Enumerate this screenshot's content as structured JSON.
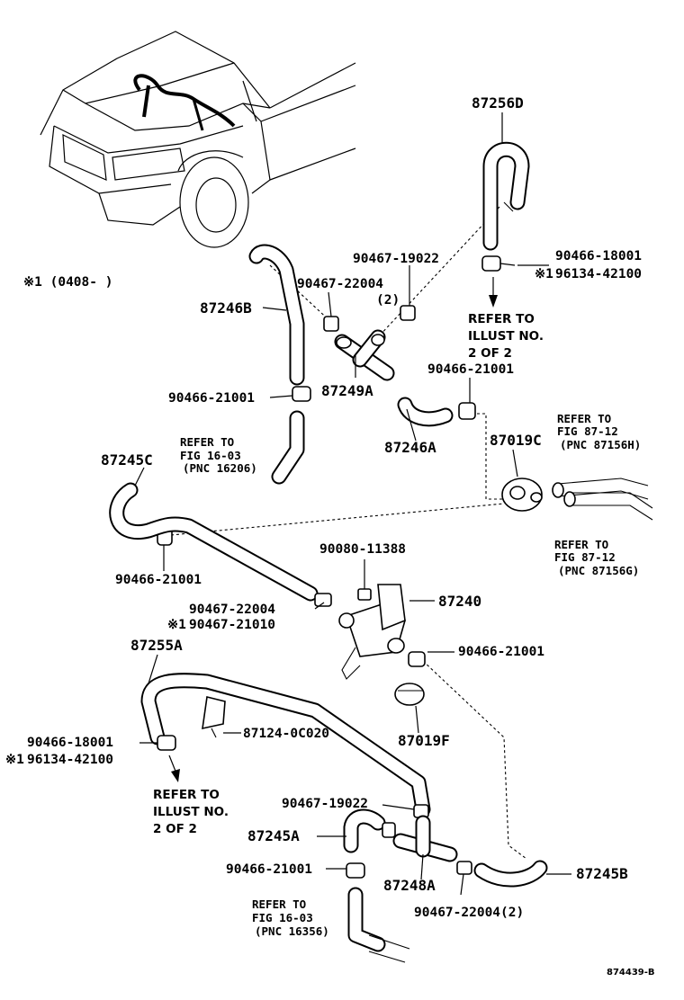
{
  "diagram": {
    "parts": {
      "p87256D": "87256D",
      "p90467_19022_a": "90467-19022",
      "p90466_18001_a": "90466-18001",
      "p96134_42100_a": "96134-42100",
      "p90467_22004_a": "90467-22004",
      "qty_a": "(2)",
      "p87246B": "87246B",
      "p90466_21001_a": "90466-21001",
      "p87249A": "87249A",
      "p90466_21001_b": "90466-21001",
      "p87246A": "87246A",
      "p87019C": "87019C",
      "p87245C": "87245C",
      "p90466_21001_c": "90466-21001",
      "p90080_11388": "90080-11388",
      "p87240": "87240",
      "p90467_22004_b": "90467-22004",
      "p90467_21010": "90467-21010",
      "p90466_21001_d": "90466-21001",
      "p87255A": "87255A",
      "p87019F": "87019F",
      "p87124_0C020": "87124-0C020",
      "p90466_18001_b": "90466-18001",
      "p96134_42100_b": "96134-42100",
      "p90467_19022_b": "90467-19022",
      "p87245A": "87245A",
      "p90466_21001_e": "90466-21001",
      "p87248A": "87248A",
      "p87245B": "87245B",
      "p90467_22004_c": "90467-22004(2)"
    },
    "note_marker": "※1",
    "note_text": "※1 (0408-     )",
    "refs": {
      "illust_a": [
        "REFER TO",
        "ILLUST NO.",
        "2 OF 2"
      ],
      "illust_b": [
        "REFER TO",
        "ILLUST NO.",
        "2 OF 2"
      ],
      "fig1603_a": [
        "REFER TO",
        "FIG 16-03",
        "(PNC 16206)"
      ],
      "fig8712_a": [
        "REFER TO",
        "FIG 87-12",
        "(PNC 87156H)"
      ],
      "fig8712_b": [
        "REFER TO",
        "FIG 87-12",
        "(PNC 87156G)"
      ],
      "fig1603_b": [
        "REFER TO",
        "FIG 16-03",
        "(PNC 16356)"
      ]
    },
    "illustration_code": "874439-B"
  }
}
